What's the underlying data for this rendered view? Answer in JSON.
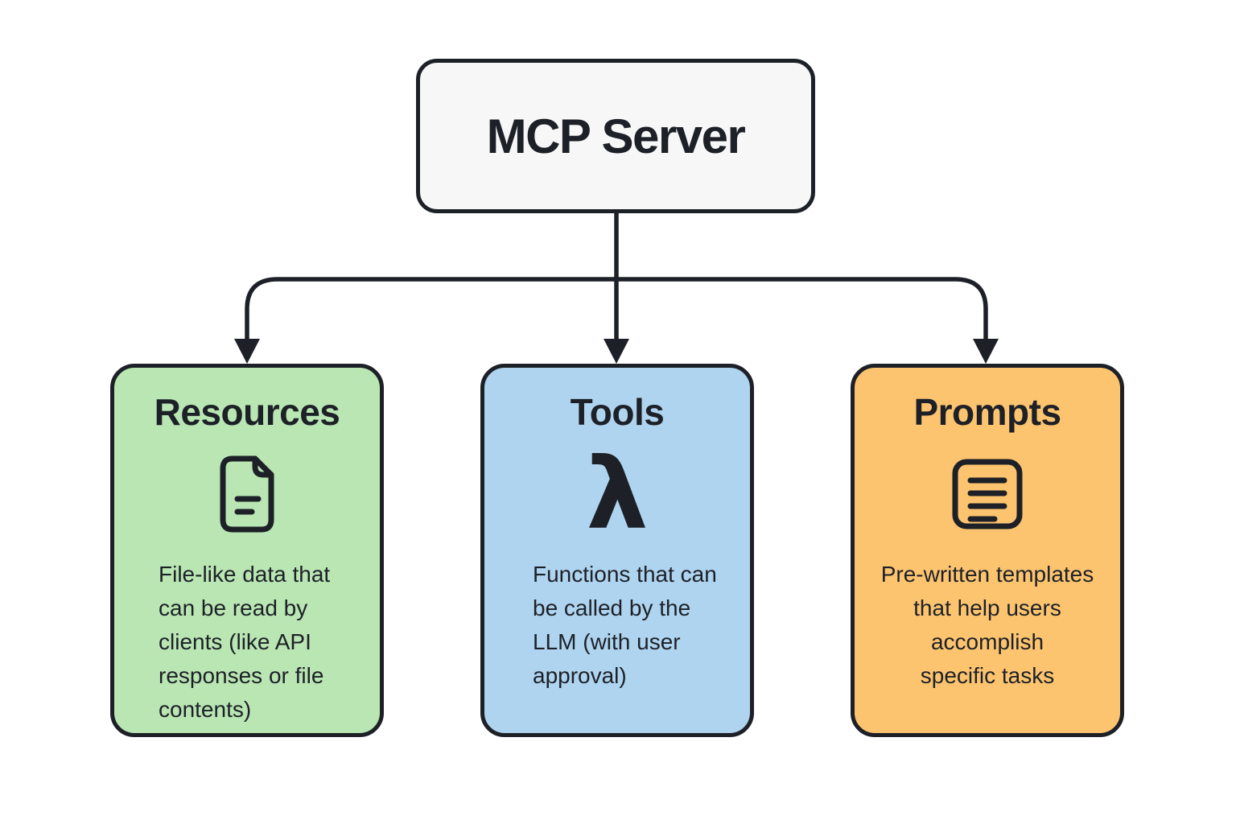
{
  "diagram": {
    "type": "flowchart",
    "root_box": {
      "label": "MCP Server",
      "fill": "#f7f7f8"
    },
    "connector": {
      "style": "orthogonal-arrows",
      "color": "#1d2127"
    },
    "cards": [
      {
        "title": "Resources",
        "icon": "file-icon",
        "fill": "#b9e6b3",
        "description_lines": [
          "File-like data that",
          "can be read by",
          "clients (like API",
          "responses or file",
          "contents)"
        ]
      },
      {
        "title": "Tools",
        "icon": "lambda-icon",
        "glyph": "λ",
        "fill": "#afd4f0",
        "description_lines": [
          "Functions that can",
          "be called by the",
          "LLM (with user",
          "approval)"
        ]
      },
      {
        "title": "Prompts",
        "icon": "document-lines-icon",
        "fill": "#fdc46f",
        "description_lines": [
          "Pre-written templates",
          "that help users",
          "accomplish",
          "specific tasks"
        ]
      }
    ],
    "colors": {
      "background": "#ffffff",
      "ink": "#1d2127",
      "root_fill": "#f7f7f8",
      "resources_fill": "#b9e6b3",
      "tools_fill": "#afd4f0",
      "prompts_fill": "#fdc46f"
    }
  }
}
